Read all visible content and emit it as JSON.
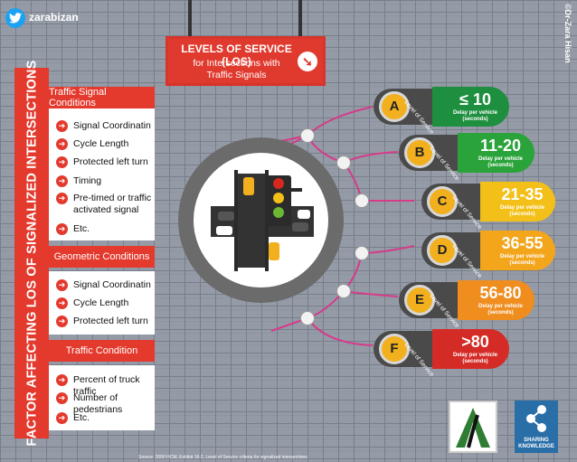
{
  "header": {
    "twitter_handle": "zarabizan",
    "banner_title": "LEVELS OF SERVICE (LOS)",
    "banner_line2": "for Intersections with",
    "banner_line3": "Traffic Signals",
    "signature": "©Dr-Zara Hisan"
  },
  "left_panel": {
    "vertical_title": "FACTOR AFFECTING LOS OF SIGNALIZED INTERSECTIONS",
    "sections": [
      {
        "heading": "Traffic Signal Conditions",
        "items": [
          "Signal Coordinatin",
          "Cycle Length",
          "Protected left turn",
          "Timing",
          "Pre-timed or traffic",
          "activated signal",
          "Etc."
        ]
      },
      {
        "heading": "Geometric Conditions",
        "items": [
          "Signal Coordinatin",
          "Cycle Length",
          "Protected left turn"
        ]
      },
      {
        "heading": "Traffic Condition",
        "items": [
          "Percent of truck traffic",
          "Number of pedestrians",
          "Etc."
        ]
      }
    ]
  },
  "los_levels": [
    {
      "letter": "A",
      "value": "≤ 10",
      "color": "#1e8f3e",
      "label": "Level of Service",
      "delay": "Delay per vehicle",
      "unit": "(seconds)"
    },
    {
      "letter": "B",
      "value": "11-20",
      "color": "#2aa33a",
      "label": "Level of Service",
      "delay": "Delay per vehicle",
      "unit": "(seconds)"
    },
    {
      "letter": "C",
      "value": "21-35",
      "color": "#f3c019",
      "label": "Level of Service",
      "delay": "Delay per vehicle",
      "unit": "(seconds)"
    },
    {
      "letter": "D",
      "value": "36-55",
      "color": "#f3a51c",
      "label": "Level of Service",
      "delay": "Delay per vehicle",
      "unit": "(seconds)"
    },
    {
      "letter": "E",
      "value": "56-80",
      "color": "#ef8d1f",
      "label": "Level of Service",
      "delay": "Delay per vehicle",
      "unit": "(seconds)"
    },
    {
      "letter": "F",
      "value": ">80",
      "color": "#d42b26",
      "label": "Level of Service",
      "delay": "Delay per vehicle",
      "unit": "(seconds)"
    }
  ],
  "footer": {
    "source": "Source: 2000 HCM, Exhibit 16-2, Level of Service criteria for signalized intersections",
    "share_line1": "SHARING",
    "share_line2": "KNOWLEDGE"
  }
}
